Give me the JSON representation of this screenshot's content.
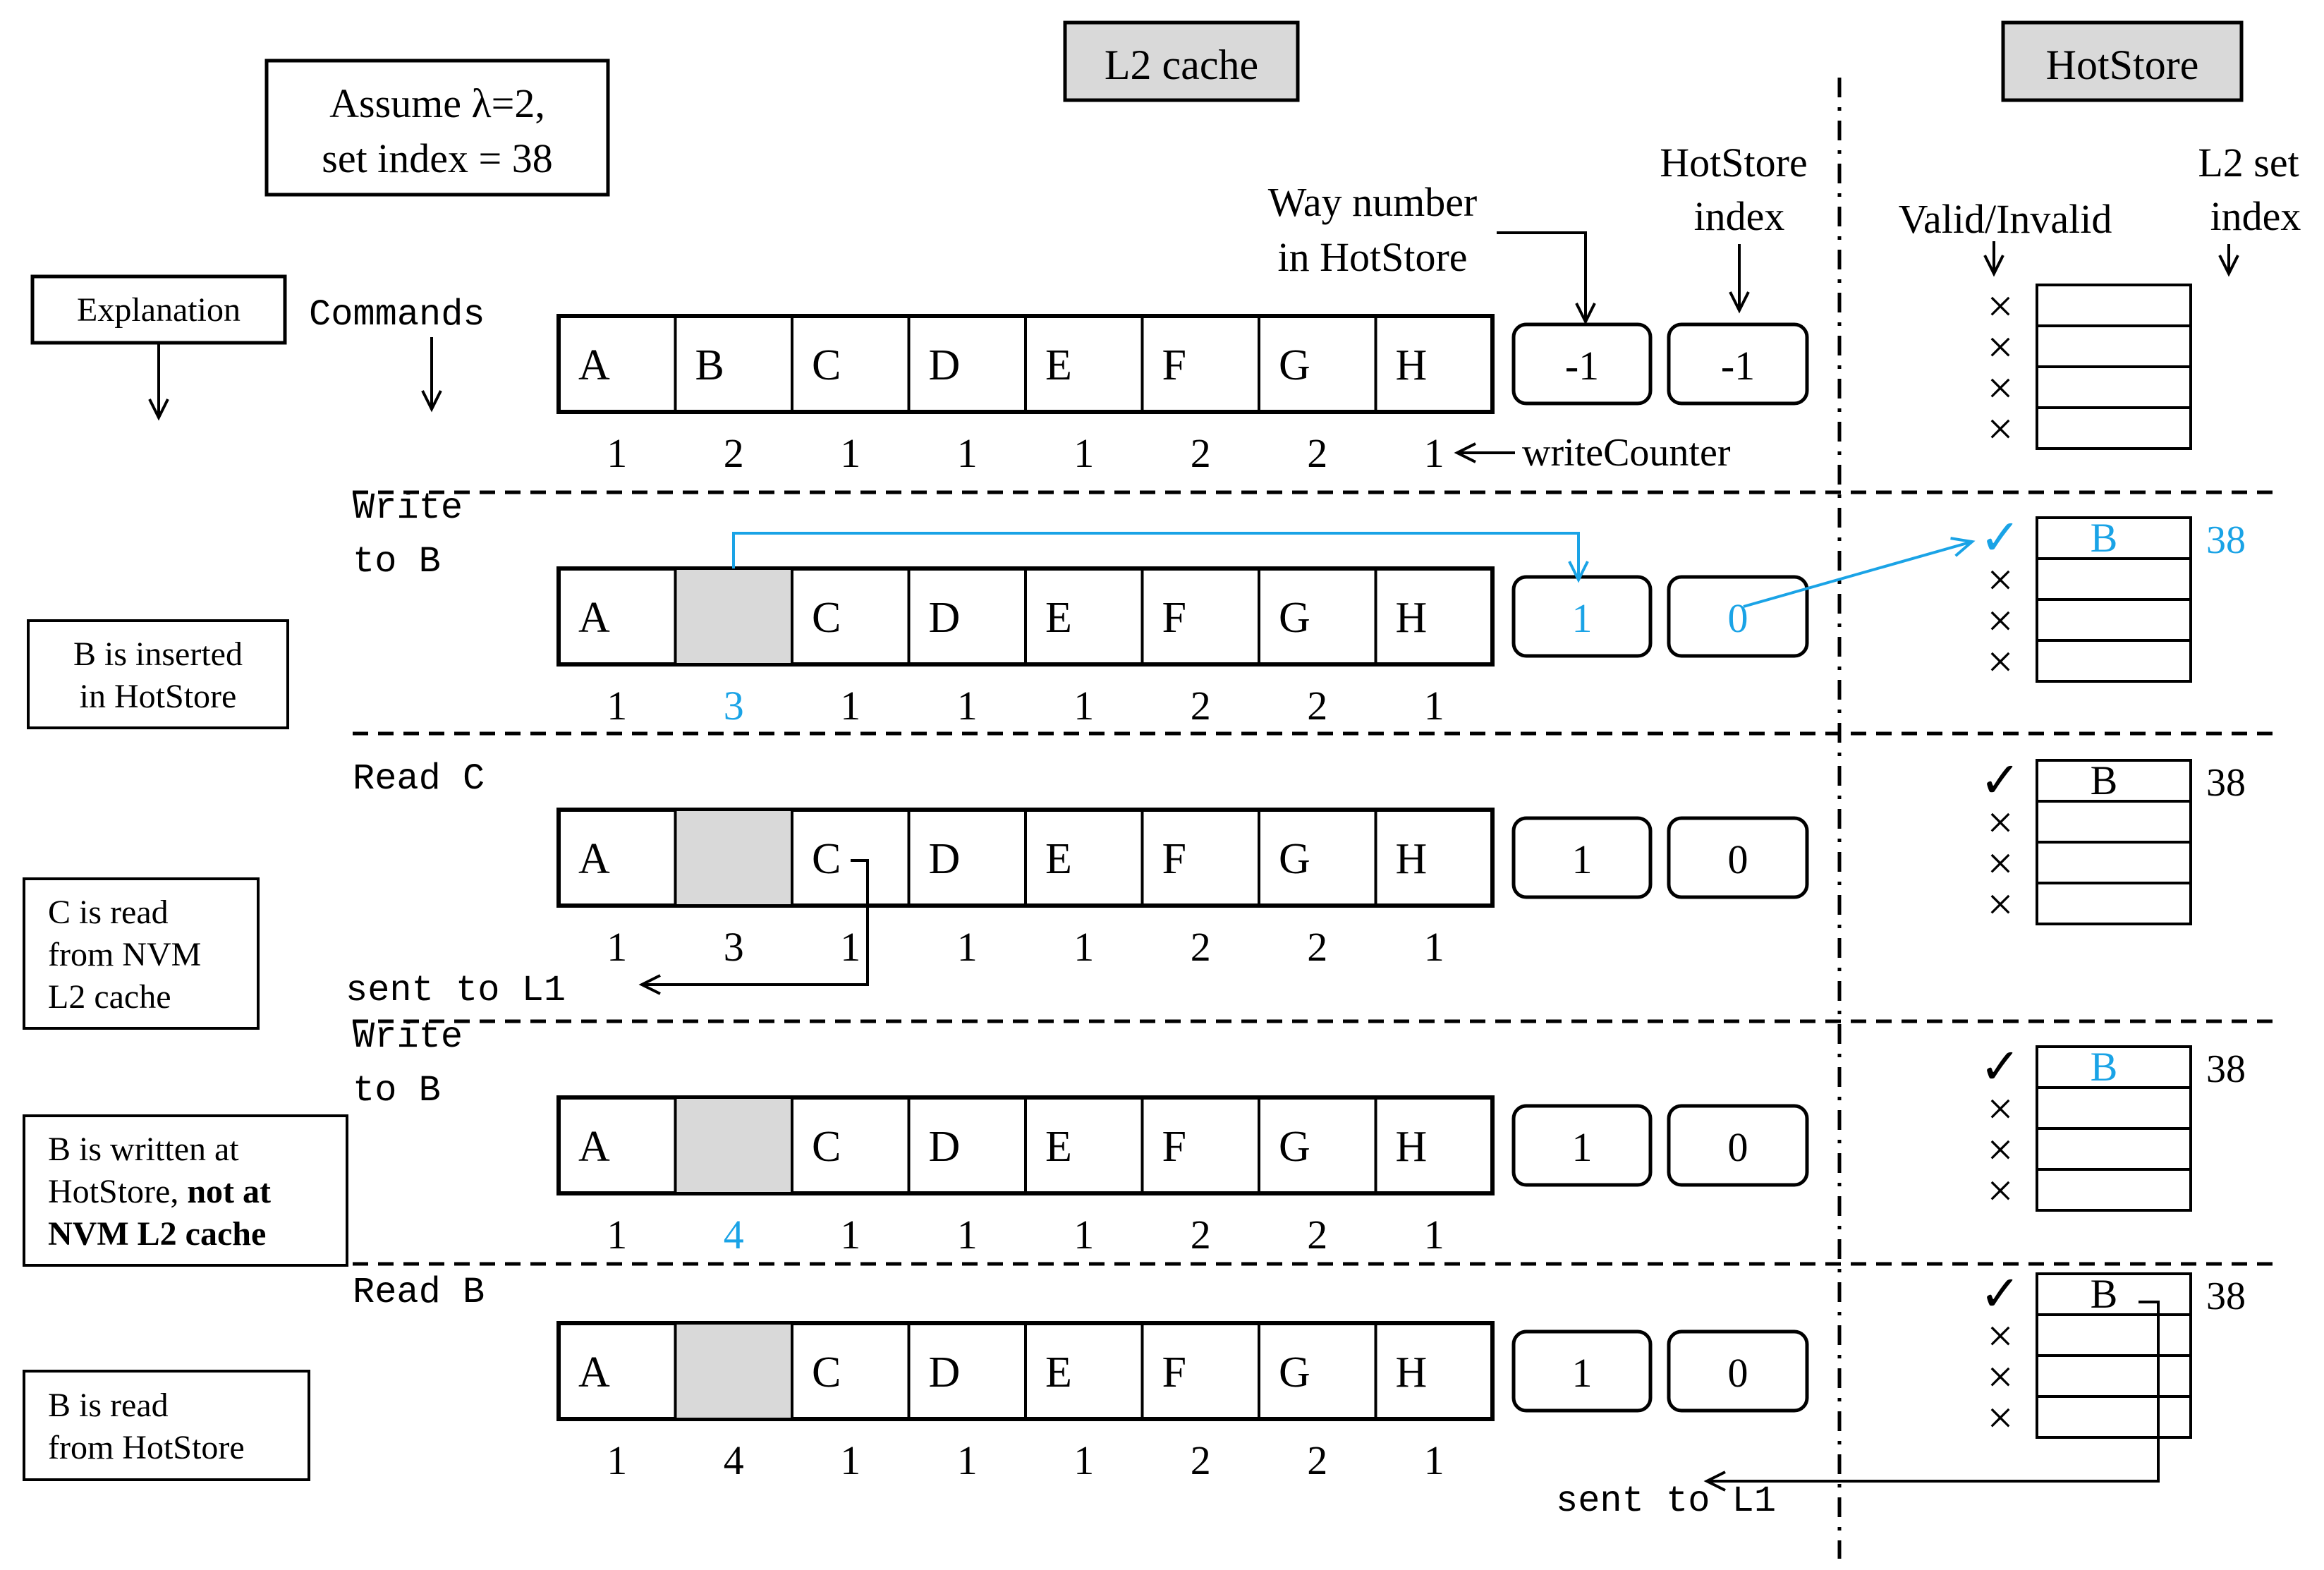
{
  "assumption": {
    "line1": "Assume λ=2,",
    "line2": "set index = 38"
  },
  "headers": {
    "l2cache": "L2 cache",
    "hotstore": "HotStore"
  },
  "labels": {
    "explanation": "Explanation",
    "commands": "Commands",
    "way_number": [
      "Way number",
      "in HotStore"
    ],
    "hotstore_index": [
      "HotStore",
      "index"
    ],
    "valid_invalid": "Valid/Invalid",
    "l2_set_index": [
      "L2 set",
      "index"
    ],
    "write_counter": "writeCounter"
  },
  "colors": {
    "accent": "#1aa3e6",
    "grey_cell": "#d9d9d9",
    "header_bg": "#d9d9d9",
    "ink": "#000000"
  },
  "way_letters": [
    "A",
    "B",
    "C",
    "D",
    "E",
    "F",
    "G",
    "H"
  ],
  "symbols": {
    "valid": "✓",
    "invalid": "×"
  },
  "rows": [
    {
      "command": [],
      "explanation": [],
      "grey_way": -1,
      "counters": [
        "1",
        "2",
        "1",
        "1",
        "1",
        "2",
        "2",
        "1"
      ],
      "highlight_counter": -1,
      "way_number": "-1",
      "hs_index": "-1",
      "blue_boxes": false,
      "valid": [
        false,
        false,
        false,
        false
      ],
      "entry": "",
      "entry_blue": false,
      "set_index": "",
      "set_index_blue": false,
      "sent_to_l1": ""
    },
    {
      "command": [
        "Write",
        "to B"
      ],
      "explanation": [
        "B is inserted",
        "in HotStore"
      ],
      "grey_way": 1,
      "counters": [
        "1",
        "3",
        "1",
        "1",
        "1",
        "2",
        "2",
        "1"
      ],
      "highlight_counter": 1,
      "way_number": "1",
      "hs_index": "0",
      "blue_boxes": true,
      "valid": [
        true,
        false,
        false,
        false
      ],
      "entry": "B",
      "entry_blue": true,
      "set_index": "38",
      "set_index_blue": true,
      "sent_to_l1": ""
    },
    {
      "command": [
        "Read C"
      ],
      "explanation": [
        "C is read",
        "from NVM",
        "L2 cache"
      ],
      "grey_way": 1,
      "counters": [
        "1",
        "3",
        "1",
        "1",
        "1",
        "2",
        "2",
        "1"
      ],
      "highlight_counter": -1,
      "way_number": "1",
      "hs_index": "0",
      "blue_boxes": false,
      "valid": [
        true,
        false,
        false,
        false
      ],
      "entry": "B",
      "entry_blue": false,
      "set_index": "38",
      "set_index_blue": false,
      "sent_to_l1": "sent to L1"
    },
    {
      "command": [
        "Write",
        "to B"
      ],
      "explanation": [
        "B is written at",
        "HotStore, not at",
        "NVM L2 cache"
      ],
      "grey_way": 1,
      "counters": [
        "1",
        "4",
        "1",
        "1",
        "1",
        "2",
        "2",
        "1"
      ],
      "highlight_counter": 1,
      "way_number": "1",
      "hs_index": "0",
      "blue_boxes": false,
      "valid": [
        true,
        false,
        false,
        false
      ],
      "entry": "B",
      "entry_blue": true,
      "set_index": "38",
      "set_index_blue": false,
      "sent_to_l1": ""
    },
    {
      "command": [
        "Read B"
      ],
      "explanation": [
        "B is read",
        "from HotStore"
      ],
      "grey_way": 1,
      "counters": [
        "1",
        "4",
        "1",
        "1",
        "1",
        "2",
        "2",
        "1"
      ],
      "highlight_counter": -1,
      "way_number": "1",
      "hs_index": "0",
      "blue_boxes": false,
      "valid": [
        true,
        false,
        false,
        false
      ],
      "entry": "B",
      "entry_blue": false,
      "set_index": "38",
      "set_index_blue": false,
      "sent_to_l1": "sent to L1"
    }
  ]
}
